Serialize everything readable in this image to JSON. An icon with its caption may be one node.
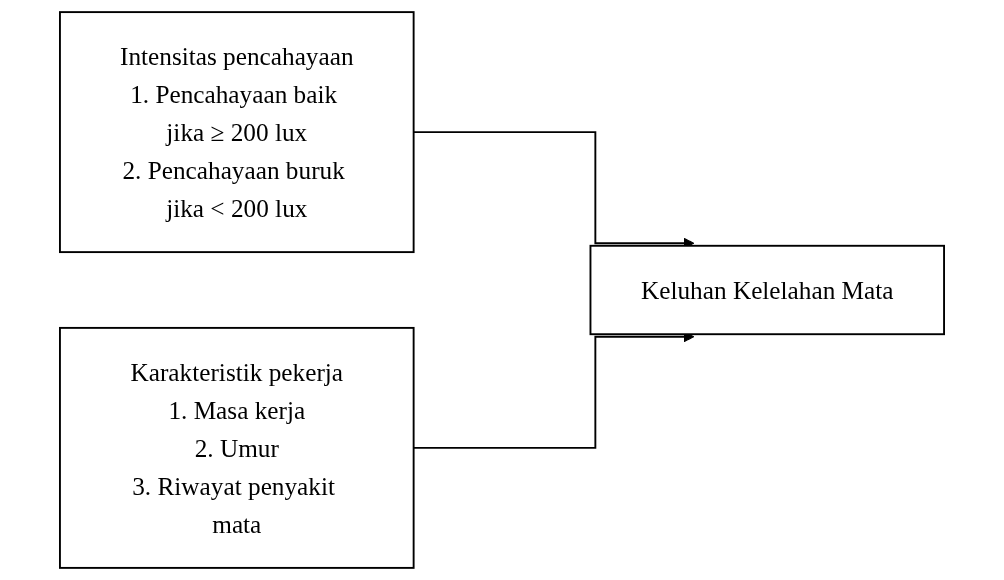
{
  "diagram": {
    "nodes": [
      {
        "text": [
          "Intensitas pencahayaan",
          "1. Pencahayaan baik jika ≥ 200 lux",
          "2. Pencahayaan buruk jika < 200 lux"
        ]
      },
      {
        "text": [
          "Karakteristik pekerja",
          "1. Masa kerja",
          "2. Umur",
          "3. Riwayat penyakit mata"
        ]
      },
      {
        "text": [
          "Keluhan Kelelahan Mata"
        ]
      }
    ],
    "edges": [
      {
        "from": 0,
        "to": 2,
        "arrow": "to"
      },
      {
        "from": 1,
        "to": 2,
        "arrow": "to"
      }
    ]
  }
}
